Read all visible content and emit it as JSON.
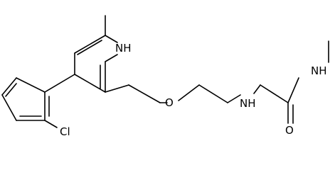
{
  "molecule": {
    "atoms": {
      "ring_nh": "NH",
      "ether_o": "O",
      "amine_nh": "NH",
      "amide_o": "O",
      "amide_nh": "NH",
      "chlorine": "Cl"
    }
  },
  "colors": {
    "bond": "#000000",
    "label": "#000000",
    "background": "#ffffff"
  }
}
